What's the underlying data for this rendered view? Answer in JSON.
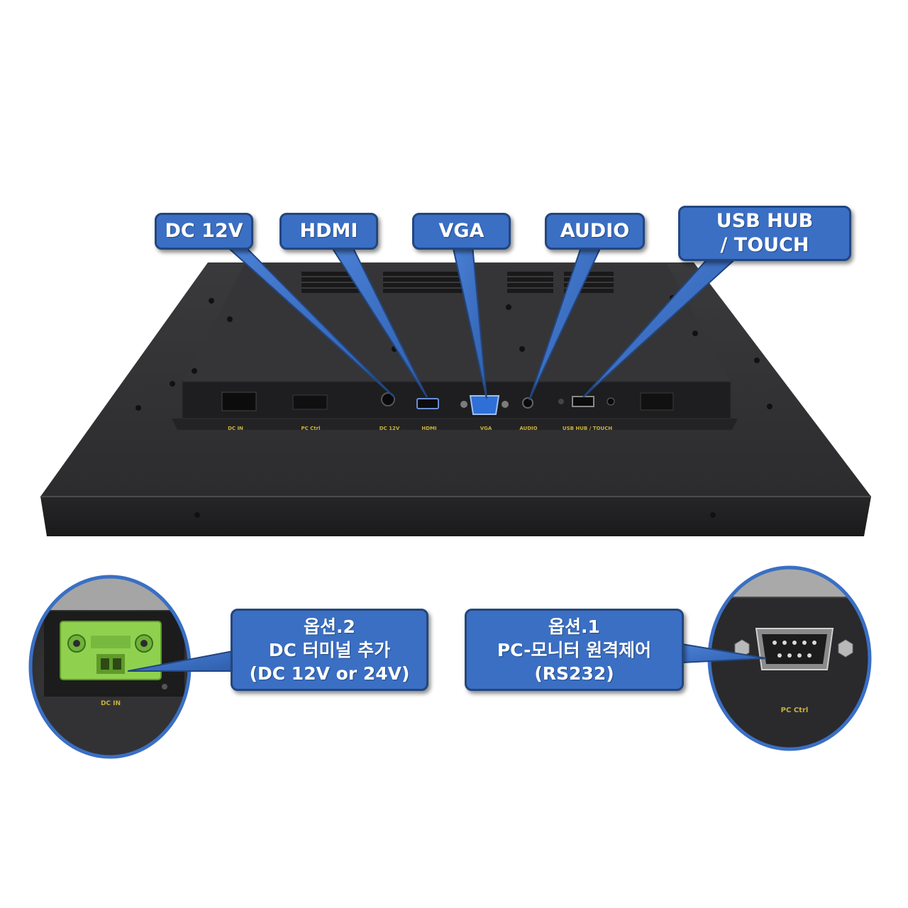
{
  "callouts": {
    "dc12v": "DC 12V",
    "hdmi": "HDMI",
    "vga": "VGA",
    "audio": "AUDIO",
    "usb_line1": "USB HUB",
    "usb_line2": "/ TOUCH"
  },
  "port_labels": {
    "dc_in": "DC IN",
    "pc_ctrl": "PC Ctrl",
    "dc12v": "DC 12V",
    "hdmi": "HDMI",
    "vga": "VGA",
    "audio": "AUDIO",
    "usb": "USB HUB / TOUCH"
  },
  "option2": {
    "line1": "옵션.2",
    "line2": "DC 터미널 추가",
    "line3": "(DC 12V or 24V)",
    "zoom_label": "DC IN"
  },
  "option1": {
    "line1": "옵션.1",
    "line2": "PC-모니터 원격제어",
    "line3": "(RS232)",
    "zoom_label": "PC Ctrl"
  },
  "colors": {
    "callout_fill": "#3a6fc4",
    "callout_border": "#23467f",
    "chassis": "#2b2b2d",
    "terminal_green": "#8fd14f",
    "port_label_yellow": "#c9b23c"
  }
}
